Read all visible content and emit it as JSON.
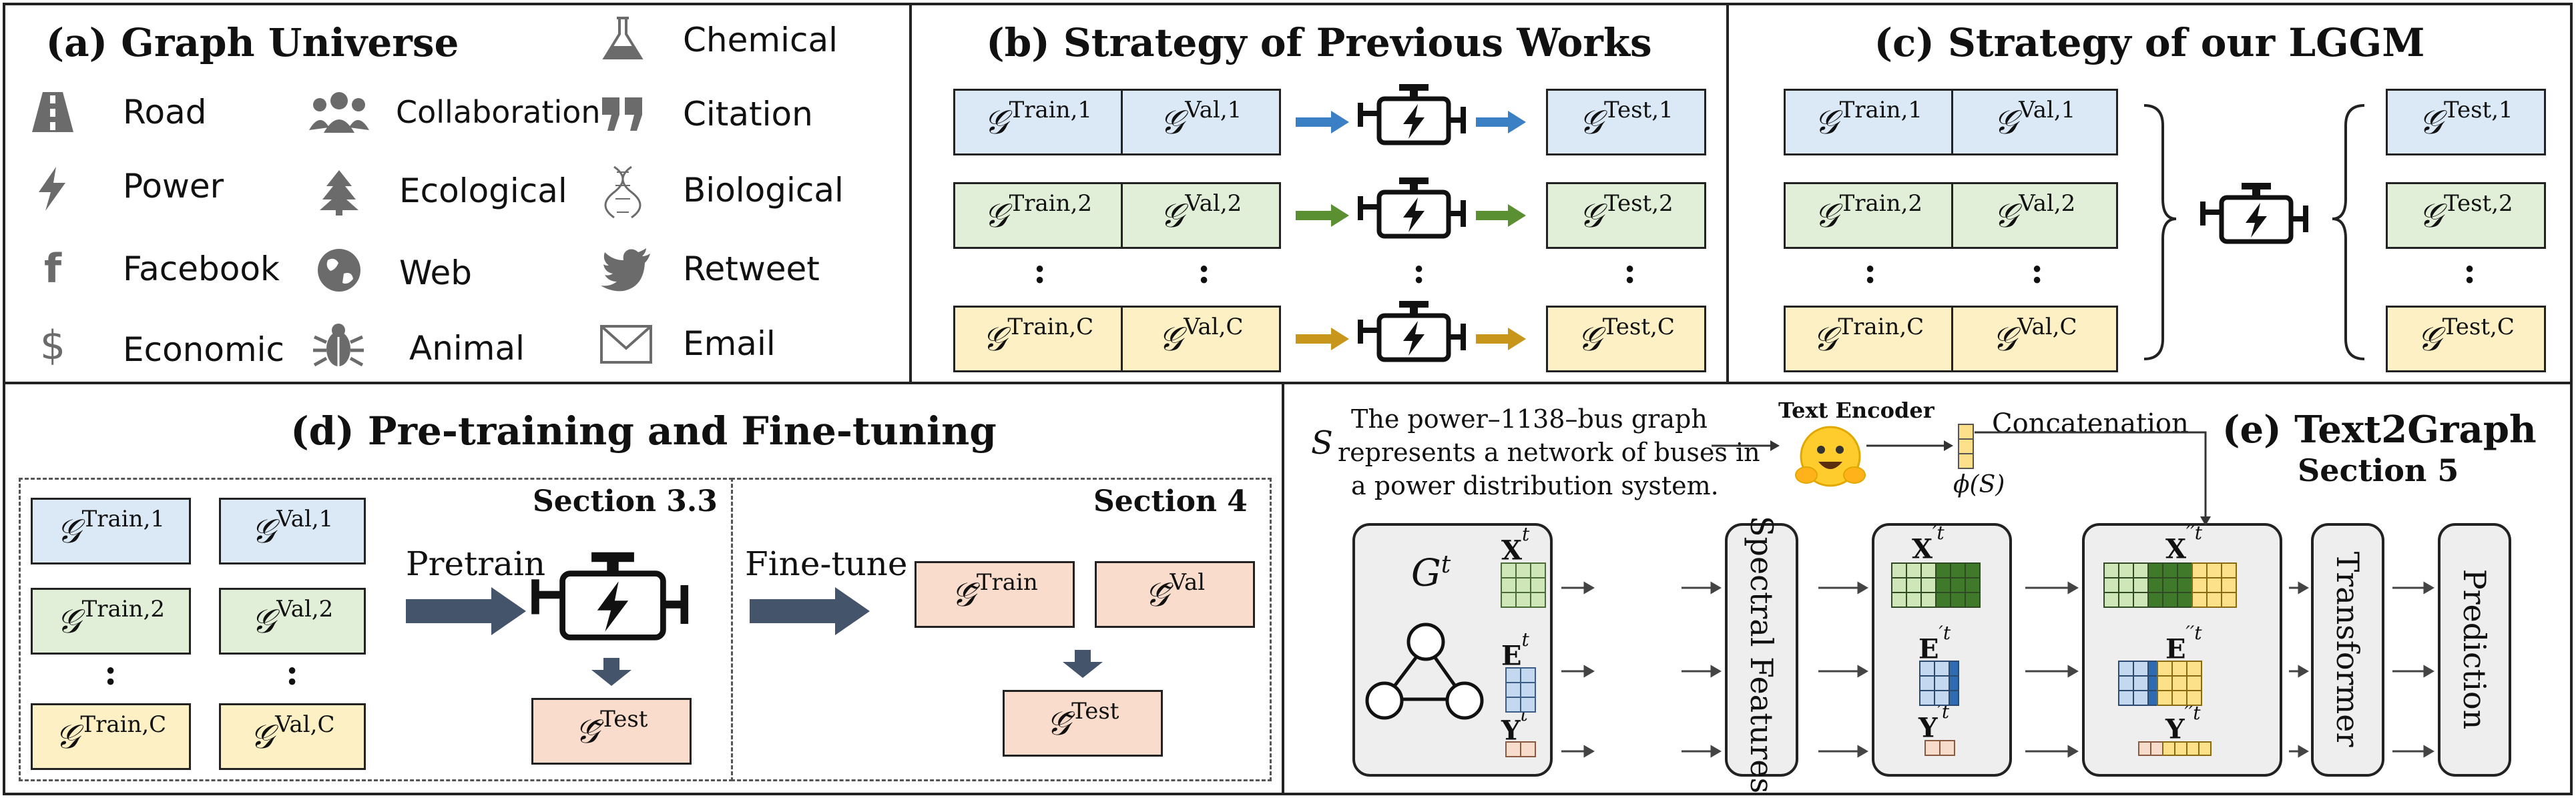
{
  "panel_a": {
    "title": "(a) Graph Universe",
    "items": [
      {
        "label": "Road",
        "icon": "road-icon"
      },
      {
        "label": "Power",
        "icon": "lightning-icon"
      },
      {
        "label": "Facebook",
        "icon": "facebook-icon"
      },
      {
        "label": "Economic",
        "icon": "dollar-icon"
      },
      {
        "label": "Collaboration",
        "icon": "people-icon"
      },
      {
        "label": "Ecological",
        "icon": "tree-icon"
      },
      {
        "label": "Web",
        "icon": "globe-icon"
      },
      {
        "label": "Animal",
        "icon": "bug-icon"
      },
      {
        "label": "Chemical",
        "icon": "flask-icon"
      },
      {
        "label": "Citation",
        "icon": "quote-icon"
      },
      {
        "label": "Biological",
        "icon": "dna-icon"
      },
      {
        "label": "Retweet",
        "icon": "bird-icon"
      },
      {
        "label": "Email",
        "icon": "envelope-icon"
      }
    ]
  },
  "panel_b": {
    "title": "(b) Strategy of Previous Works",
    "rows": [
      {
        "train": "Train,1",
        "val": "Val,1",
        "test": "Test,1",
        "arrow_color": "#3b7fc4"
      },
      {
        "train": "Train,2",
        "val": "Val,2",
        "test": "Test,2",
        "arrow_color": "#5a8f32"
      },
      {
        "train": "Train,C",
        "val": "Val,C",
        "test": "Test,C",
        "arrow_color": "#c8961a"
      }
    ],
    "dots": ":"
  },
  "panel_c": {
    "title": "(c) Strategy of our LGGM",
    "rows": [
      {
        "train": "Train,1",
        "val": "Val,1",
        "test": "Test,1"
      },
      {
        "train": "Train,2",
        "val": "Val,2",
        "test": "Test,2"
      },
      {
        "train": "Train,C",
        "val": "Val,C",
        "test": "Test,C"
      }
    ],
    "dots": ":"
  },
  "panel_d": {
    "title": "(d) Pre-training and Fine-tuning",
    "section_left": "Section 3.3",
    "section_right": "Section 4",
    "pretrain_label": "Pretrain",
    "finetune_label": "Fine-tune",
    "train_rows": [
      {
        "train": "Train,1",
        "val": "Val,1"
      },
      {
        "train": "Train,2",
        "val": "Val,2"
      },
      {
        "train": "Train,C",
        "val": "Val,C"
      }
    ],
    "pretrain_test": "Test",
    "ft_train": "Train",
    "ft_val": "Val",
    "ft_test": "Test",
    "dots": ":"
  },
  "panel_e": {
    "title": "(e) Text2Graph",
    "subtitle": "Section 5",
    "s_symbol": "S",
    "text_lines": [
      "The power–1138–bus graph",
      "represents a network of buses in",
      "a power distribution system."
    ],
    "text_encoder_label": "Text Encoder",
    "phi_label": "ϕ(S)",
    "concat_label": "Concatenation",
    "graph_label": "G",
    "graph_sup": "t",
    "x_label": "X",
    "e_label": "E",
    "y_label": "Y",
    "sup_t": "t",
    "sup_prime_t": "′t",
    "sup_dprime_t": "′′t",
    "spectral_label": "Spectral Features",
    "transformer_label": "Transformer",
    "prediction_label": "Prediction"
  },
  "colors": {
    "blue_box": "#dbe8f5",
    "green_box": "#e2efd8",
    "yellow_box": "#fdf0c4",
    "peach_box": "#f9dccb",
    "arrow_dark": "#44546a"
  }
}
